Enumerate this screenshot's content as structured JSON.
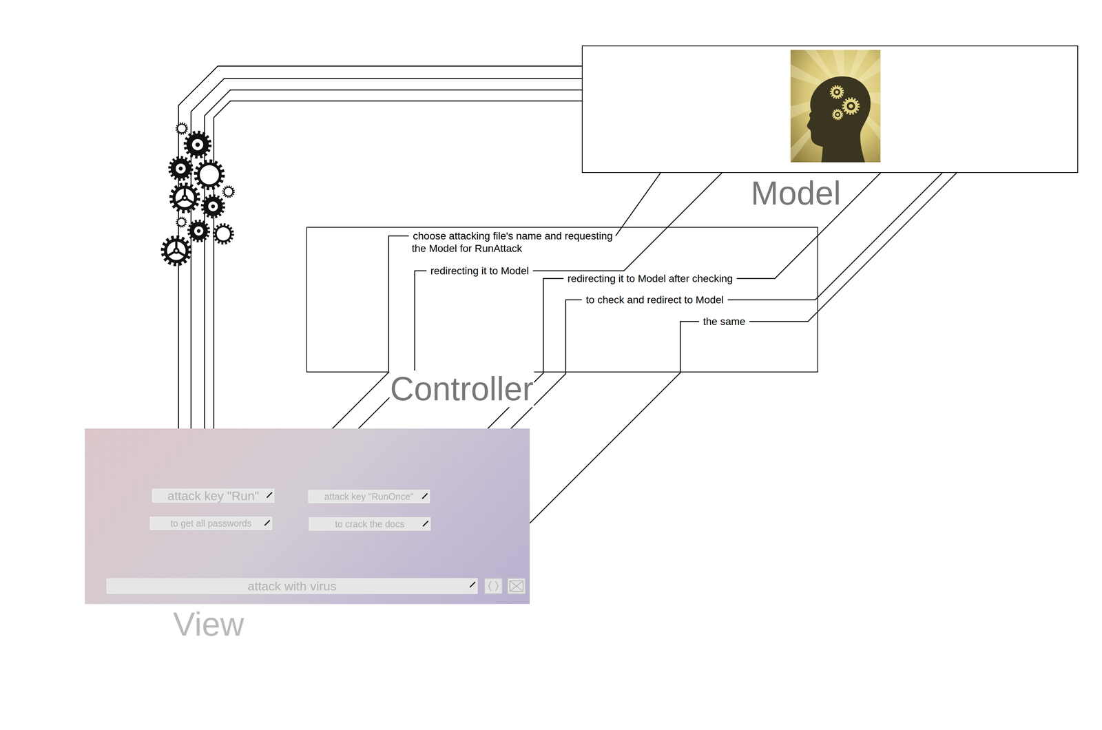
{
  "diagram": {
    "nodes": [
      {
        "text": [
          "Model"
        ]
      },
      {
        "text": [
          "Controller"
        ]
      },
      {
        "text": [
          "View"
        ]
      },
      {
        "text": [
          "attack key \"Run\""
        ],
        "in": 2
      },
      {
        "text": [
          "attack key \"RunOnce\""
        ],
        "in": 2
      },
      {
        "text": [
          "to get all passwords"
        ],
        "in": 2
      },
      {
        "text": [
          "to crack the docs"
        ],
        "in": 2
      },
      {
        "text": [
          "attack with virus"
        ],
        "in": 2
      }
    ],
    "edges": [
      {
        "from": 2,
        "to": 0,
        "arrow": "none",
        "label": "choose attacking file's name and requesting the Model for RunAttack"
      },
      {
        "from": 2,
        "to": 0,
        "arrow": "none",
        "label": "redirecting it to Model"
      },
      {
        "from": 2,
        "to": 0,
        "arrow": "none",
        "label": "redirecting it to Model after checking"
      },
      {
        "from": 2,
        "to": 0,
        "arrow": "none",
        "label": "to check and redirect to Model"
      },
      {
        "from": 2,
        "to": 0,
        "arrow": "none",
        "label": "the same"
      },
      {
        "from": 2,
        "to": 0,
        "arrow": "none"
      },
      {
        "from": 2,
        "to": 0,
        "arrow": "none"
      },
      {
        "from": 2,
        "to": 0,
        "arrow": "none"
      },
      {
        "from": 2,
        "to": 0,
        "arrow": "none"
      }
    ]
  }
}
